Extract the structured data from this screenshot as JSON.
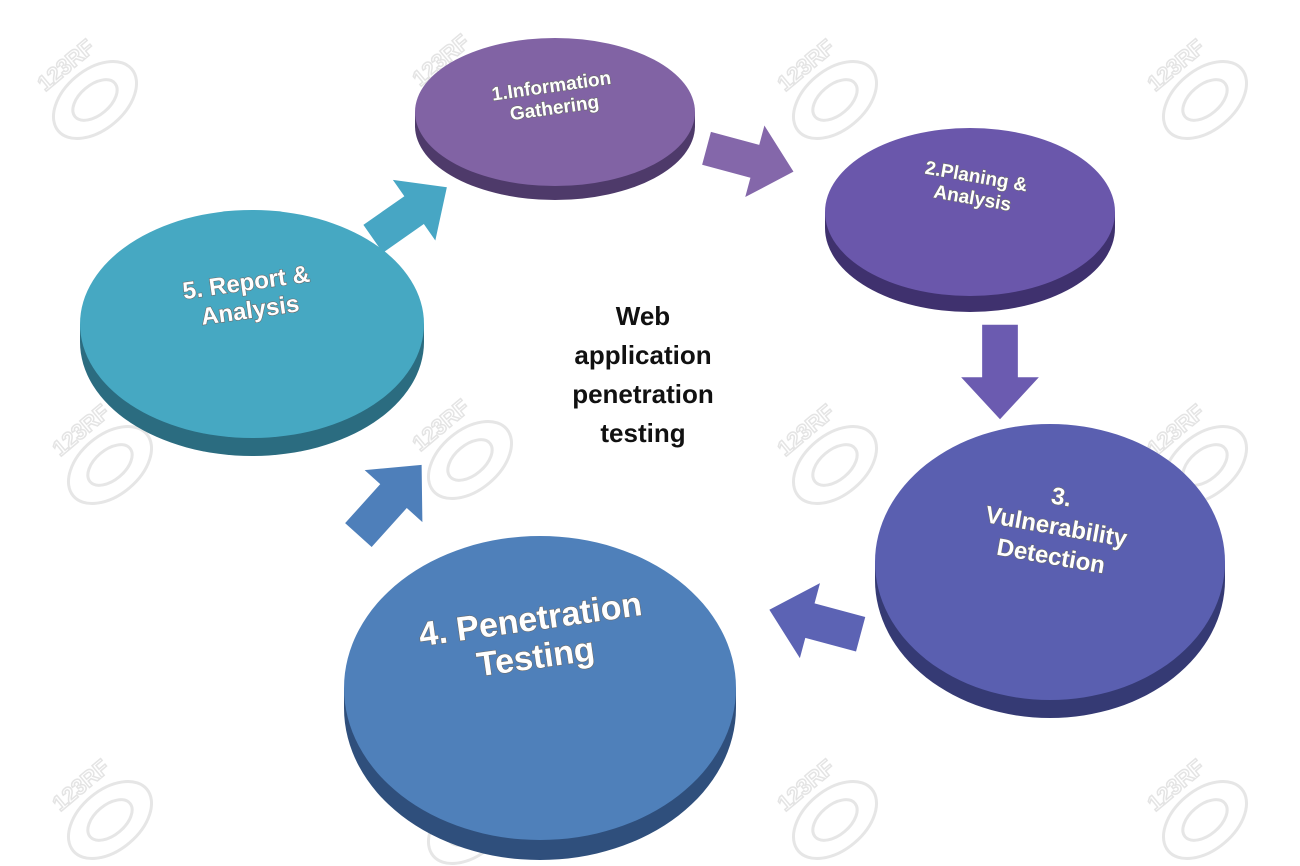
{
  "diagram": {
    "title_lines": [
      "Web",
      "application",
      "penetration",
      "testing"
    ],
    "steps": [
      {
        "lines": [
          "1.Information",
          "Gathering"
        ],
        "top": "#8163a4",
        "side": "#4e3a6a"
      },
      {
        "lines": [
          "2.Planing &",
          "Analysis"
        ],
        "top": "#6a57ab",
        "side": "#3f316e"
      },
      {
        "lines": [
          "3.",
          "Vulnerability",
          "Detection"
        ],
        "top": "#5a5fb0",
        "side": "#353a74"
      },
      {
        "lines": [
          "4. Penetration",
          "Testing"
        ],
        "top": "#4f80ba",
        "side": "#2f4f7c"
      },
      {
        "lines": [
          "5. Report &",
          "Analysis"
        ],
        "top": "#46a8c2",
        "side": "#2b6c80"
      }
    ],
    "arrow_colors": [
      "#8467aa",
      "#6b5bb0",
      "#5c63b4",
      "#4e7fba",
      "#47a6c4"
    ],
    "watermark": "123RF"
  }
}
